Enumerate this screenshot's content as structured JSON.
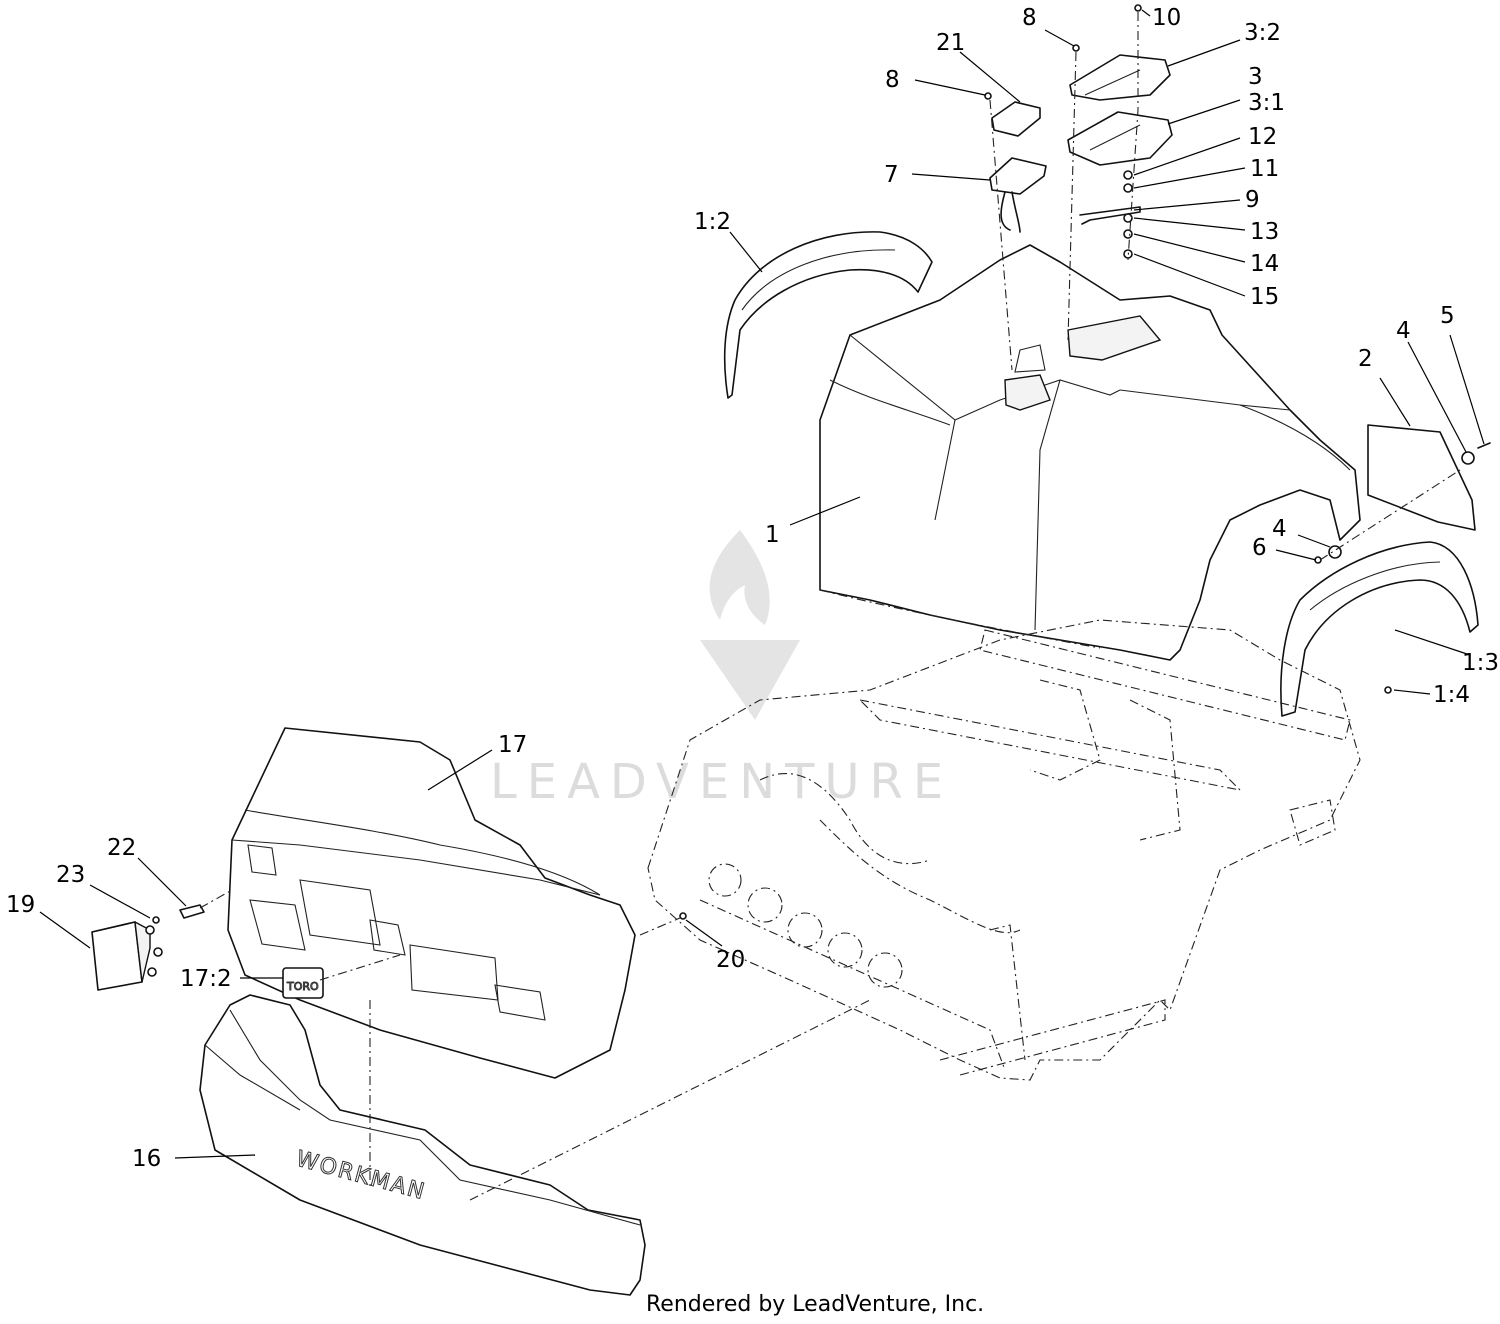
{
  "watermark": {
    "text": "LEADVENTURE"
  },
  "bumper": {
    "text": "WORKMAN"
  },
  "emblem": {
    "text": "TORO"
  },
  "footer": {
    "text": "Rendered by LeadVenture, Inc."
  },
  "callouts": [
    {
      "label": "8"
    },
    {
      "label": "10"
    },
    {
      "label": "21"
    },
    {
      "label": "3:2"
    },
    {
      "label": "8"
    },
    {
      "label": "3"
    },
    {
      "label": "3:1"
    },
    {
      "label": "12"
    },
    {
      "label": "7"
    },
    {
      "label": "11"
    },
    {
      "label": "9"
    },
    {
      "label": "1:2"
    },
    {
      "label": "13"
    },
    {
      "label": "14"
    },
    {
      "label": "15"
    },
    {
      "label": "5"
    },
    {
      "label": "4"
    },
    {
      "label": "2"
    },
    {
      "label": "1"
    },
    {
      "label": "4"
    },
    {
      "label": "6"
    },
    {
      "label": "1:3"
    },
    {
      "label": "1:4"
    },
    {
      "label": "17"
    },
    {
      "label": "22"
    },
    {
      "label": "23"
    },
    {
      "label": "19"
    },
    {
      "label": "20"
    },
    {
      "label": "17:2"
    },
    {
      "label": "16"
    }
  ]
}
